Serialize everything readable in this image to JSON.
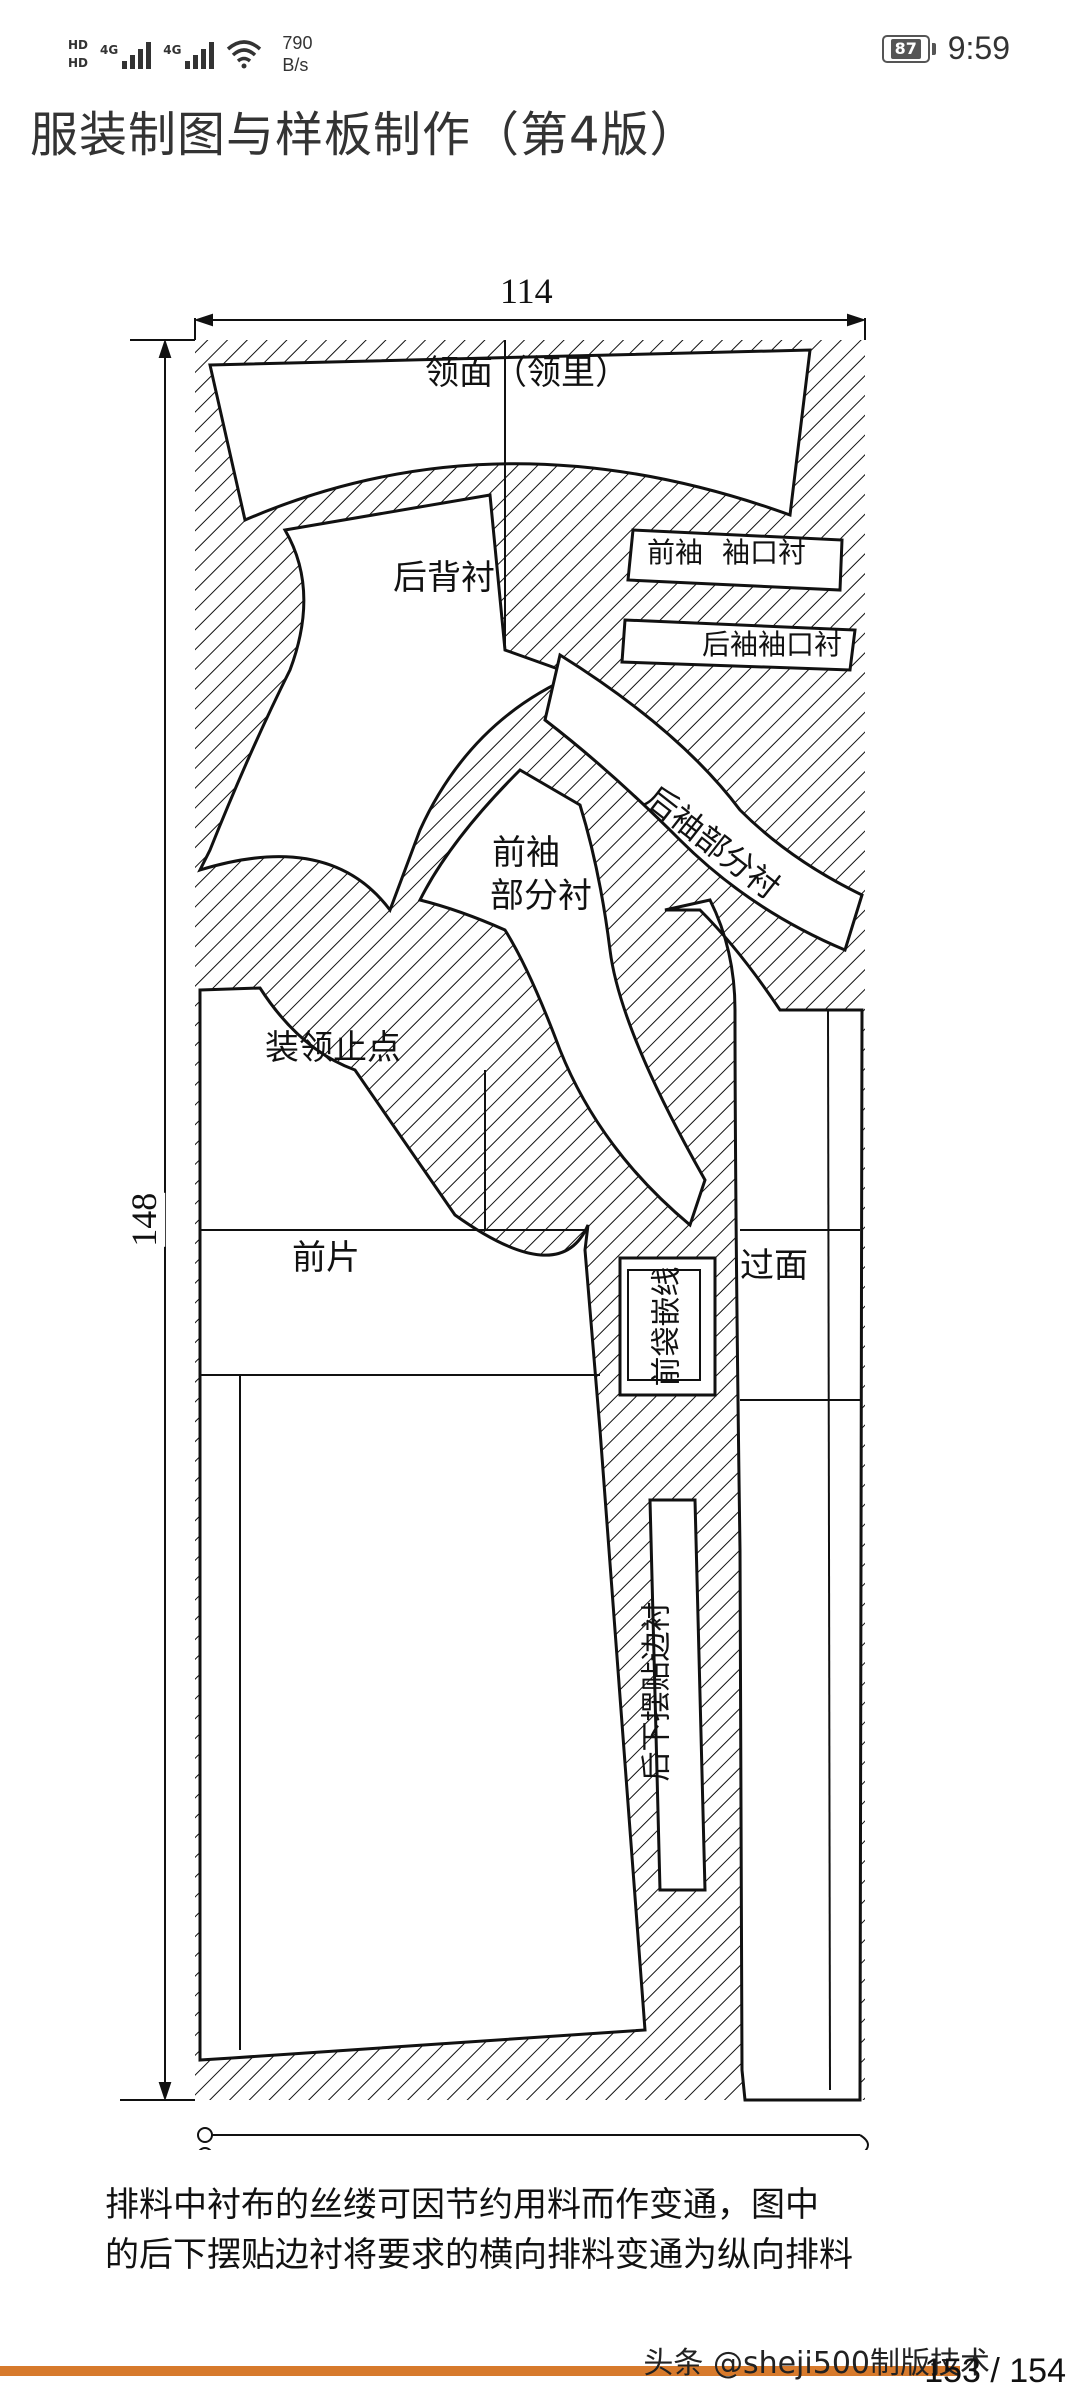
{
  "status_bar": {
    "hd_top": "HD",
    "hd_bottom": "HD",
    "net1": "4G",
    "net2": "4G",
    "speed_value": "790",
    "speed_unit": "B/s",
    "battery": "87",
    "time": "9:59",
    "icons": [
      "hd-icon",
      "signal-icon",
      "wifi-icon",
      "battery-icon"
    ]
  },
  "document": {
    "title": "服装制图与样板制作（第4版）"
  },
  "figure": {
    "width_label": "114",
    "height_label": "148",
    "labels": {
      "collar": "领面（领里）",
      "back_lining": "后背衬",
      "front_sleeve_cuff_1": "前袖",
      "front_sleeve_cuff_2": "袖口衬",
      "back_sleeve_cuff": "后袖袖口衬",
      "back_sleeve_part": "后袖部分衬",
      "front_sleeve_part_1": "前袖",
      "front_sleeve_part_2": "部分衬",
      "collar_point": "装领止点",
      "front_piece": "前片",
      "facing": "过面",
      "pocket_welt": "前袋嵌线",
      "hem_lining": "后下摆贴边衬"
    }
  },
  "caption": {
    "line1": "排料中衬布的丝缕可因节约用料而作变通，图中",
    "line2": "的后下摆贴边衬将要求的横向排料变通为纵向排料"
  },
  "footer": {
    "watermark": "头条 @sheji500制版技术",
    "page": "153 / 154",
    "accent_color": "#d77a2c"
  }
}
